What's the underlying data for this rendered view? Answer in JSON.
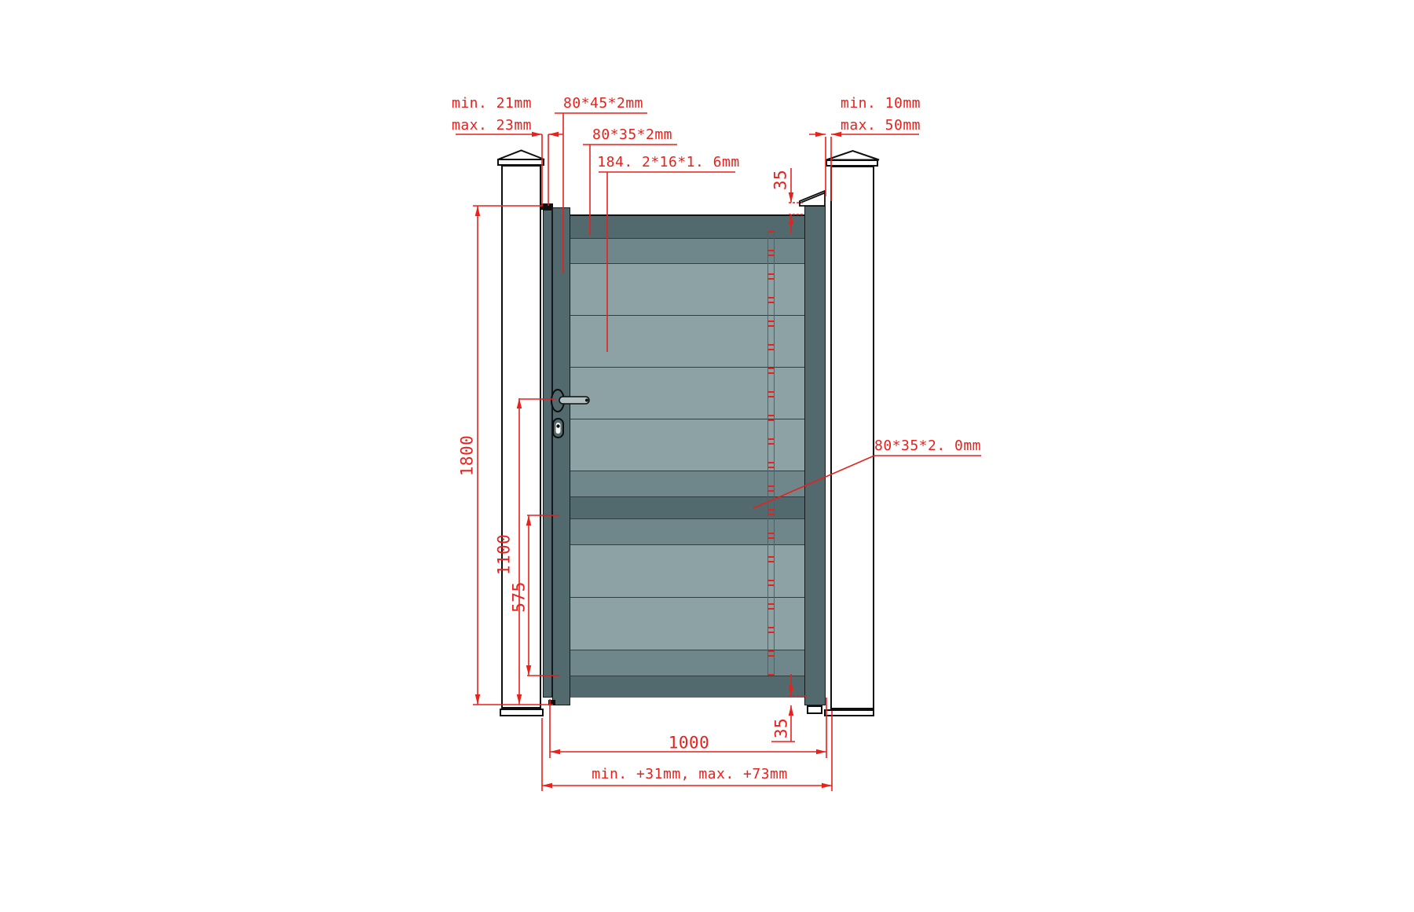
{
  "drawing": {
    "labels": {
      "gap_hinge_min": "min. 21mm",
      "gap_hinge_max": "max. 23mm",
      "hinge_stile_profile": "80*45*2mm",
      "top_rail_profile": "80*35*2mm",
      "infill_slat_profile": "184. 2*16*1. 6mm",
      "gap_latch_min": "min. 10mm",
      "gap_latch_max": "max. 50mm",
      "middle_rail_profile": "80*35*2. 0mm",
      "overall_height": "1800",
      "handle_height": "1100",
      "lock_zone_height": "575",
      "top_stile_extension": "35",
      "bottom_stile_extension": "35",
      "leaf_width": "1000",
      "opening_width_range": "min. +31mm, max. +73mm"
    }
  },
  "colors": {
    "dim-red": "#e8211c",
    "frame-dark": "#52696e",
    "slat-light": "#8ca2a5",
    "slat-medium": "#6f878b",
    "line-dark": "#2f3e41",
    "outline-black": "#0e0e0e",
    "post-white": "#ffffff",
    "rod-gray": "#b3c0c2"
  }
}
